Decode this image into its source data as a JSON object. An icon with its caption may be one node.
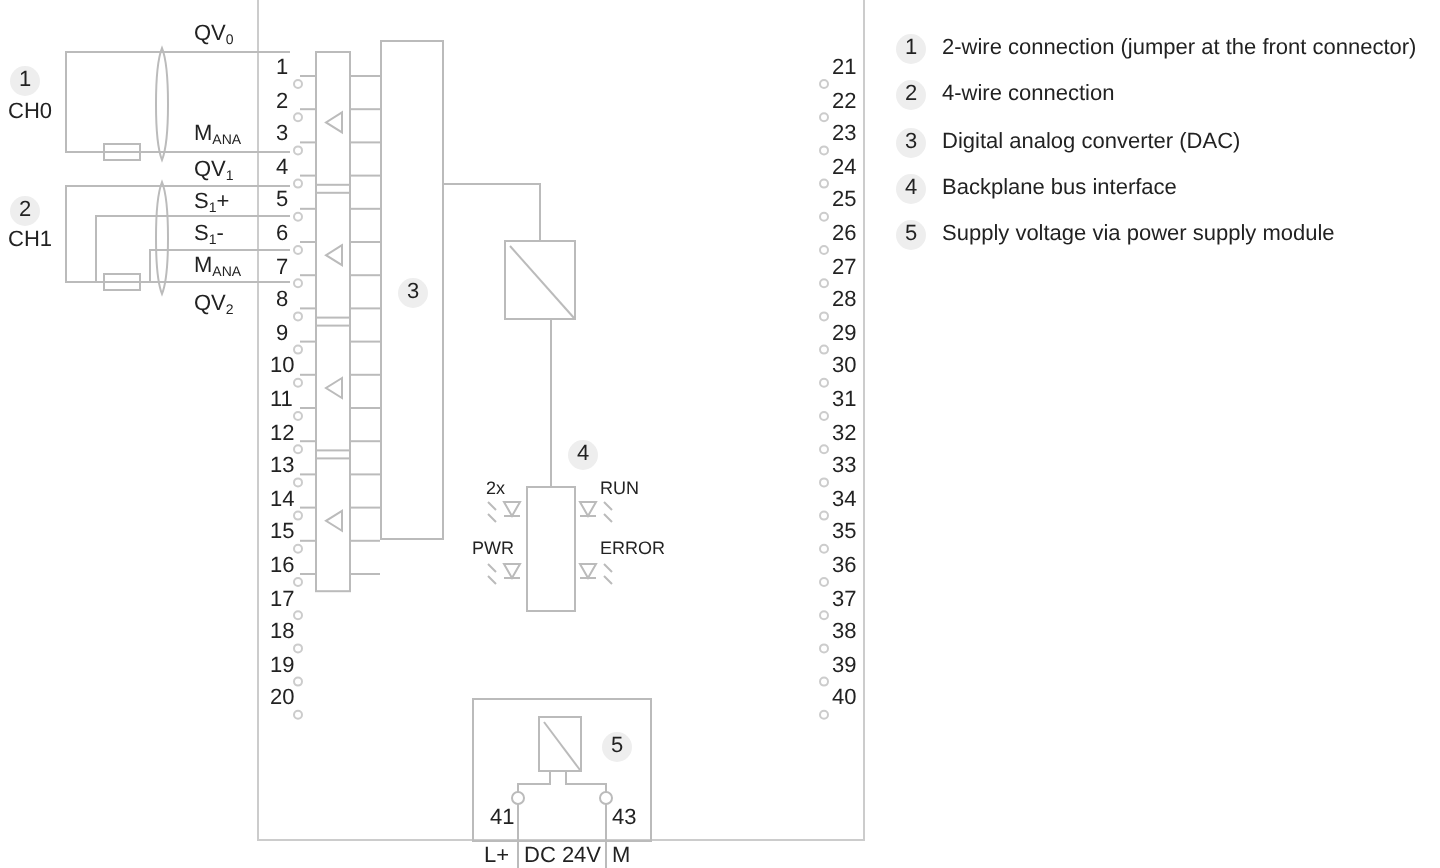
{
  "diagram": {
    "nodes": [
      {
        "text": [
          "3"
        ]
      },
      {
        "text": [],
        "shape": "box"
      },
      {
        "text": [],
        "shape": "box",
        "beside": [
          "4",
          "2x",
          "RUN",
          "PWR",
          "ERROR"
        ]
      },
      {
        "text": [
          "5"
        ]
      },
      {
        "text": [],
        "shape": "box",
        "in": 3
      }
    ],
    "edges": [
      {
        "from": 0,
        "to": 1,
        "arrow": "none"
      },
      {
        "from": 1,
        "to": 2,
        "arrow": "none"
      }
    ],
    "labels": [
      "1",
      "CH0",
      "2",
      "CH1",
      "QV$_{0}$",
      "M$_{ANA}$",
      "QV$_{1}$",
      "S$_{1}$+",
      "S$_{1}$-",
      "M$_{ANA}$",
      "QV$_{2}$",
      "1",
      "2",
      "3",
      "4",
      "5",
      "6",
      "7",
      "8",
      "9",
      "10",
      "11",
      "12",
      "13",
      "14",
      "15",
      "16",
      "17",
      "18",
      "19",
      "20",
      "21",
      "22",
      "23",
      "24",
      "25",
      "26",
      "27",
      "28",
      "29",
      "30",
      "31",
      "32",
      "33",
      "34",
      "35",
      "36",
      "37",
      "38",
      "39",
      "40",
      "41",
      "43",
      "L+",
      "DC 24V",
      "M",
      "1",
      "2-wire connection (jumper at the front connector)",
      "2",
      "4-wire connection",
      "3",
      "Digital analog converter (DAC)",
      "4",
      "Backplane bus interface",
      "5",
      "Supply voltage via power supply module"
    ]
  }
}
